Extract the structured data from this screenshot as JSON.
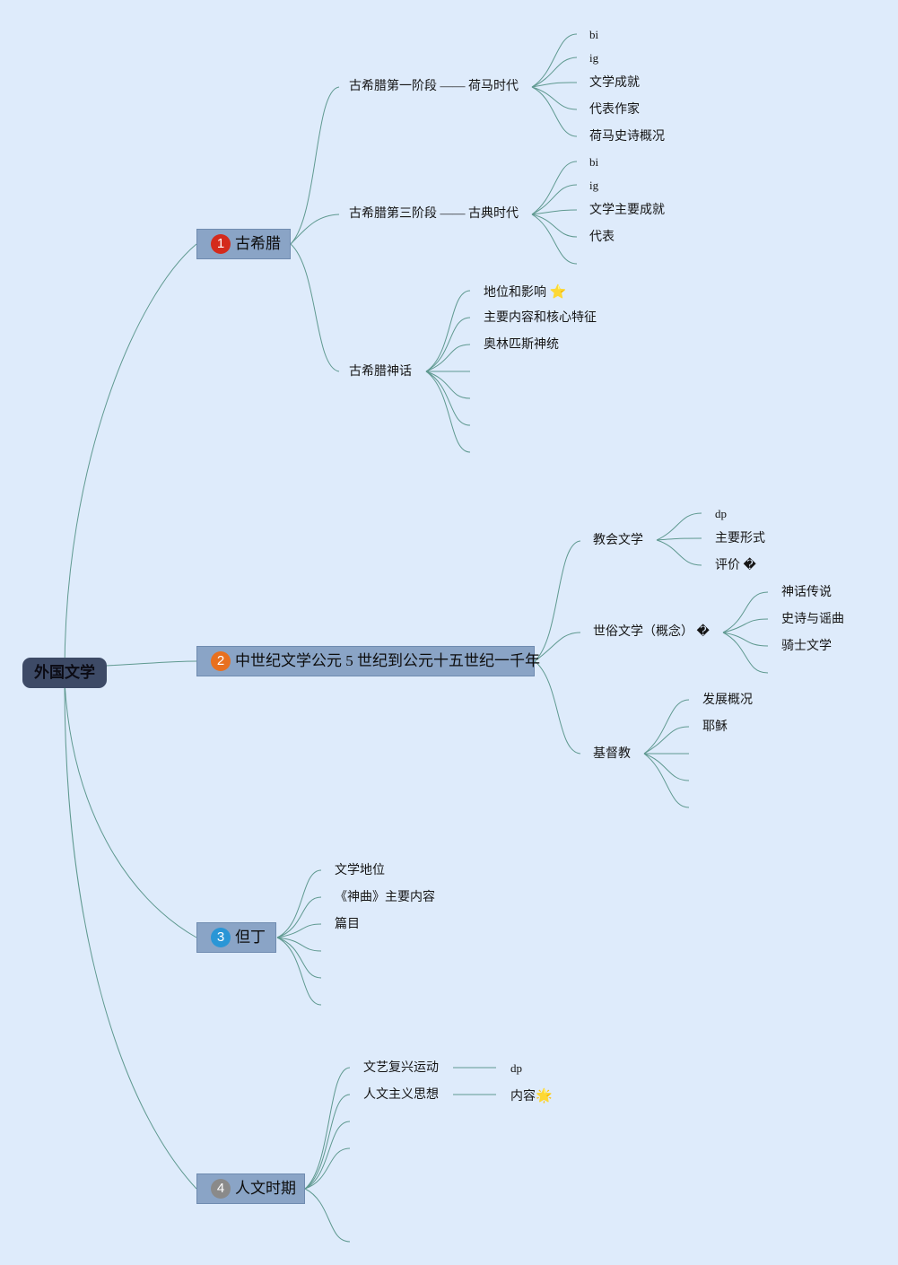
{
  "root": {
    "label": "外国文学"
  },
  "mains": [
    {
      "num": "1",
      "label": "古希腊",
      "color": "#d42a1c"
    },
    {
      "num": "2",
      "label": "中世纪文学公元 5 世纪到公元十五世纪一千年",
      "color": "#e8701f"
    },
    {
      "num": "3",
      "label": "但丁",
      "color": "#2a96d6"
    },
    {
      "num": "4",
      "label": "人文时期",
      "color": "#8a8a8a"
    }
  ],
  "greek": {
    "homer": {
      "label": "古希腊第一阶段 —— 荷马时代",
      "children": [
        "bi",
        "ig",
        "文学成就",
        "代表作家",
        "荷马史诗概况"
      ]
    },
    "classical": {
      "label": "古希腊第三阶段 —— 古典时代",
      "children": [
        "bi",
        "ig",
        "文学主要成就",
        "代表"
      ]
    },
    "myth": {
      "label": "古希腊神话",
      "children": [
        "地位和影响",
        "主要内容和核心特征",
        "奥林匹斯神统"
      ],
      "star": "⭐"
    }
  },
  "medieval": {
    "church": {
      "label": "教会文学",
      "children": [
        "dp",
        "主要形式",
        "评价 �"
      ]
    },
    "secular": {
      "label": "世俗文学（概念） �",
      "children": [
        "神话传说",
        "史诗与谣曲",
        "骑士文学"
      ]
    },
    "christ": {
      "label": "基督教",
      "children": [
        "发展概况",
        "耶稣"
      ]
    }
  },
  "dante": {
    "children": [
      "文学地位",
      "《神曲》主要内容",
      "篇目"
    ]
  },
  "renaissance": {
    "rows": [
      {
        "label": "文艺复兴运动",
        "value": "dp"
      },
      {
        "label": "人文主义思想",
        "value": "内容",
        "icon": "🌟"
      }
    ]
  },
  "colors": {
    "background": "#deebfb",
    "line": "#5f9990",
    "root": "#3d4a66",
    "main": "#8aa4c6"
  }
}
